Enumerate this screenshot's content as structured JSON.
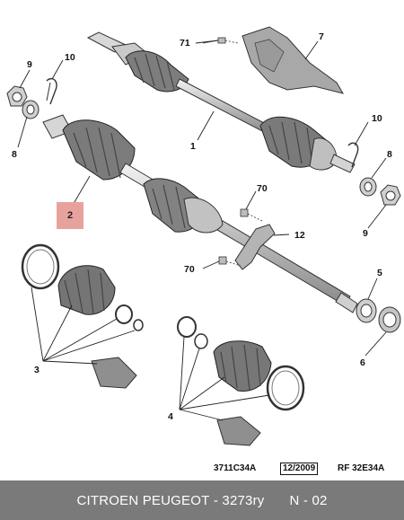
{
  "diagram": {
    "callouts": {
      "c71": "71",
      "c7": "7",
      "c9a": "9",
      "c10a": "10",
      "c8a": "8",
      "c1": "1",
      "c10b": "10",
      "c8b": "8",
      "c9b": "9",
      "c2": "2",
      "c70a": "70",
      "c12": "12",
      "c70b": "70",
      "c5": "5",
      "c6": "6",
      "c3": "3",
      "c4": "4"
    },
    "refs": {
      "part_code": "3711C34A",
      "date": "12/2009",
      "rf_code": "RF 32E34A"
    }
  },
  "footer": {
    "brand": "CITROEN PEUGEOT",
    "separator": " - ",
    "part_number": "3273ry",
    "page": "N - 02"
  }
}
